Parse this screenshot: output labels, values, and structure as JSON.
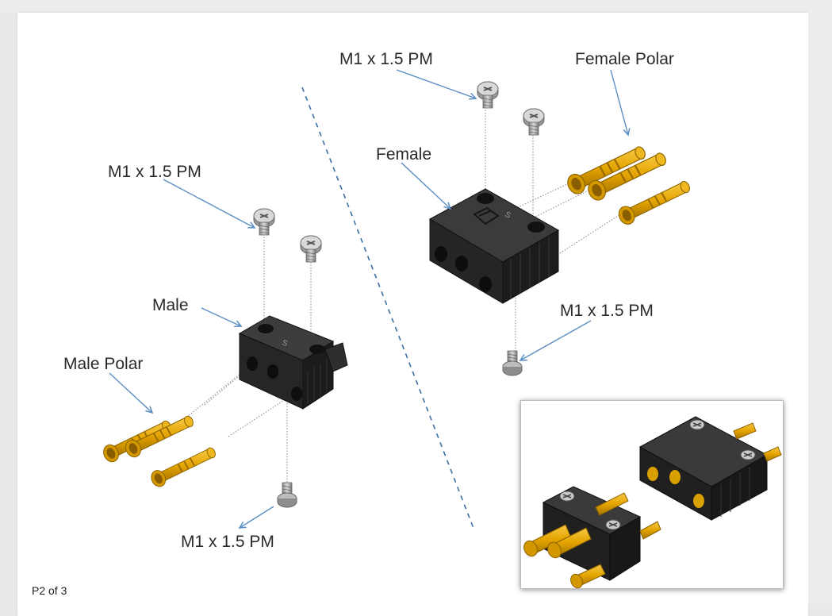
{
  "labels": {
    "male_top_screw": "M1 x 1.5 PM",
    "male": "Male",
    "male_polar": "Male Polar",
    "male_bottom_screw": "M1 x 1.5 PM",
    "female_top_screw": "M1 x 1.5 PM",
    "female_polar": "Female Polar",
    "female": "Female",
    "female_bottom_screw": "M1 x 1.5 PM"
  },
  "footer": {
    "page": "P2 of 3"
  },
  "colors": {
    "arrow": "#5b8fc4",
    "divider": "#3a6ea5",
    "housing": "#2a2a2a",
    "pin_gold": "#e6a700",
    "screw": "#a9a9a9"
  },
  "icons": {
    "screw": "screw-icon",
    "pin": "pin-icon",
    "housing": "connector-housing-icon"
  }
}
